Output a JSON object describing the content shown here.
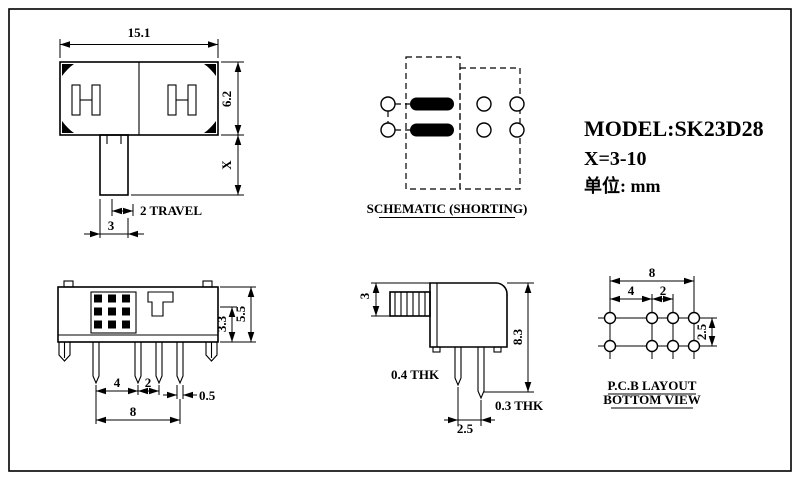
{
  "title": {
    "model": "MODEL:SK23D28",
    "x_range": "X=3-10",
    "unit": "单位: mm"
  },
  "top_view": {
    "width": "15.1",
    "height": "6.2",
    "stem_height": "X",
    "travel": "2 TRAVEL",
    "knob_width": "3"
  },
  "schematic": {
    "caption": "SCHEMATIC (SHORTING)"
  },
  "front_view": {
    "body_height": "5.5",
    "inner_height": "3.3",
    "pin_pitch_a": "4",
    "pin_pitch_b": "2",
    "pin_width": "0.5",
    "pin_span": "8"
  },
  "side_view": {
    "knob_width": "3",
    "total_height": "8.3",
    "thickness_a": "0.4 THK",
    "thickness_b": "0.3 THK",
    "pin_pitch": "2.5"
  },
  "pcb": {
    "hole_span": "8",
    "hole_pitch_a": "4",
    "hole_pitch_b": "2",
    "row_pitch": "2.5",
    "caption_line1": "P.C.B LAYOUT",
    "caption_line2": "BOTTOM VIEW"
  }
}
